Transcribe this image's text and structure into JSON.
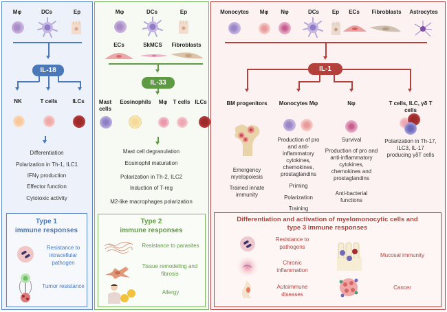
{
  "colors": {
    "type1": "#4a78b8",
    "type2": "#5e9a42",
    "type3": "#b3403a"
  },
  "panel1": {
    "sources": [
      "Mφ",
      "DCs",
      "Ep"
    ],
    "cytokine": "IL-18",
    "targets": [
      "NK",
      "T cells",
      "ILCs"
    ],
    "effects": [
      "Differentiation",
      "Polarization in Th-1, ILC1",
      "IFNγ production",
      "Effector function",
      "Cytotoxic activity"
    ],
    "response_title_line1": "Type 1",
    "response_title_line2": "immune responses",
    "outcomes": [
      "Resistance to intracellular pathogen",
      "Tumor resistance"
    ],
    "outcome_icons": [
      "pathogen-infected-cell-icon",
      "tumor-cytotoxic-cell-icon"
    ]
  },
  "panel2": {
    "sources_row1": [
      "Mφ",
      "DCs",
      "Ep"
    ],
    "sources_row2": [
      "ECs",
      "SkMCS",
      "Fibroblasts"
    ],
    "cytokine": "IL-33",
    "targets": [
      "Mast cells",
      "Eosinophils",
      "Mφ",
      "T cells",
      "ILCs"
    ],
    "effects": [
      "Mast cell degranulation",
      "Eosinophil maturation",
      "Polarization in Th-2, ILC2",
      "Induction of T-reg",
      "M2-like macrophages polarization"
    ],
    "response_title_line1": "Type 2",
    "response_title_line2": "immune responses",
    "outcomes": [
      "Resistance to parasites",
      "Tissue remodeling and fibrosis",
      "Allergy"
    ],
    "outcome_icons": [
      "parasite-worms-icon",
      "fibroblast-icon",
      "allergy-person-pollen-icon"
    ]
  },
  "panel3": {
    "sources": [
      "Monocytes",
      "Mφ",
      "Nφ",
      "DCs",
      "Ep",
      "ECs",
      "Fibroblasts",
      "Astrocytes"
    ],
    "cytokine": "IL-1",
    "targets": [
      {
        "label": "BM progenitors",
        "effects": [
          "Emergency myelopoiesis",
          "Trained innate immunity"
        ]
      },
      {
        "label": "Monocytes Mφ",
        "effects": [
          "Production of pro and anti-inflammatory cytokines, chemokines, prostaglandins",
          "Priming",
          "Polarization",
          "Training"
        ]
      },
      {
        "label": "Nφ",
        "effects": [
          "Survival",
          "Production of pro and anti-inflammatory cytokines, chemokines and prostaglandins",
          "Anti-bacterial functions"
        ]
      },
      {
        "label": "T cells, ILC, γδ T cells",
        "effects": [
          "Polarization in Th-17, ILC3, IL-17 producing γδT cells"
        ]
      }
    ],
    "response_title_line1": "Differentiation and activation of myelomonocytic cells and",
    "response_title_line2": "type 3 immune responses",
    "outcomes": [
      "Resistance to pathogens",
      "Chronic inflammation",
      "Autoimmune diseases",
      "Mucosal immunity",
      "Cancer"
    ],
    "outcome_icons": [
      "pathogen-cell-icon",
      "inflammation-icon",
      "autoimmune-joint-icon",
      "mucosa-villi-icon",
      "tumor-mass-icon"
    ]
  }
}
